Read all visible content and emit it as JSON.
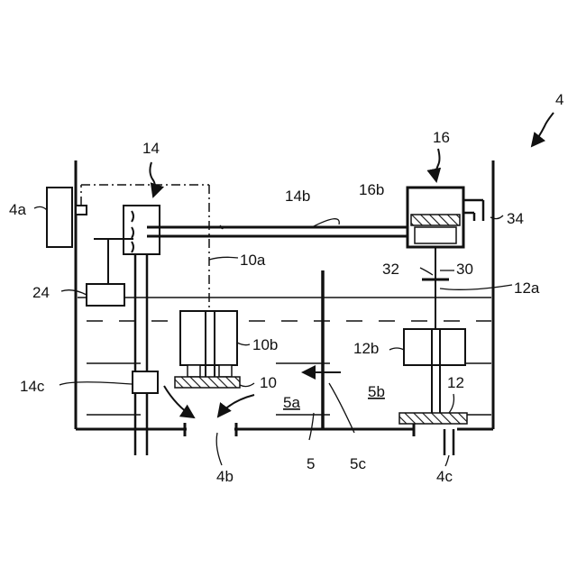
{
  "labels": {
    "l4": "4",
    "l14": "14",
    "l16": "16",
    "l4a": "4a",
    "l16b": "16b",
    "l14b": "14b",
    "l34": "34",
    "l10a": "10a",
    "l32": "32",
    "l30": "30",
    "l12a": "12a",
    "l24": "24",
    "l10b": "10b",
    "l12b": "12b",
    "l14c": "14c",
    "l10": "10",
    "l12": "12",
    "l5a": "5a",
    "l5b": "5b",
    "l4b": "4b",
    "l5": "5",
    "l5c": "5c",
    "l4c": "4c"
  }
}
